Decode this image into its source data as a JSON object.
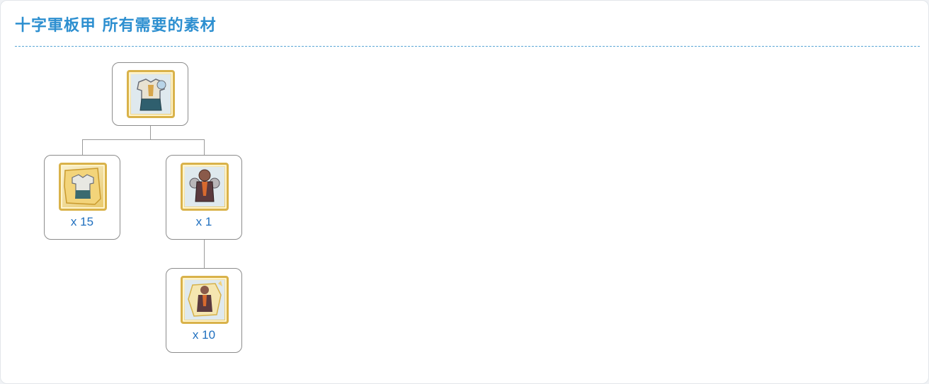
{
  "header": {
    "title": "十字軍板甲 所有需要的素材"
  },
  "tree": {
    "root": {
      "icon": "crusader-plate-armor-icon"
    },
    "children": [
      {
        "icon": "crusader-plate-armor-blueprint-icon",
        "quantity": "x 15"
      },
      {
        "icon": "plate-armor-icon",
        "quantity": "x 1"
      }
    ],
    "grandchild": {
      "icon": "plate-armor-fragment-icon",
      "quantity": "x 10"
    }
  },
  "colors": {
    "title": "#2d8fd0",
    "quantity": "#1f6fbf",
    "icon_frame": "#d9b24a",
    "divider": "#5aa6d6"
  }
}
